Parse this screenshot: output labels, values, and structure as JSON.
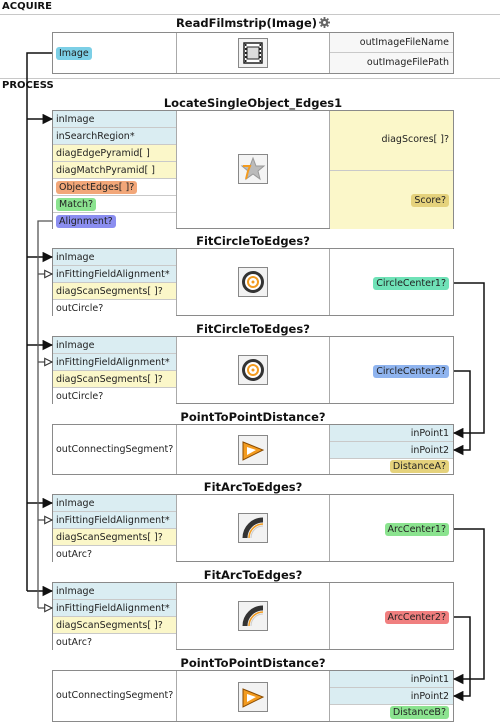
{
  "sections": {
    "acquire": "ACQUIRE",
    "process": "PROCESS"
  },
  "blocks": [
    {
      "title": "ReadFilmstrip(Image)",
      "icon": "filmstrip-icon",
      "inputs": [
        {
          "label": "Image",
          "style": "badge-blue"
        }
      ],
      "outputs": [
        "outImageFileName",
        "outImageFilePath"
      ]
    },
    {
      "title": "LocateSingleObject_Edges1",
      "icon": "star-shape-icon",
      "inputs": [
        {
          "label": "inImage",
          "style": "blue"
        },
        {
          "label": "inSearchRegion*",
          "style": "blue"
        },
        {
          "label": "diagEdgePyramid[ ]",
          "style": "yellow"
        },
        {
          "label": "diagMatchPyramid[ ]",
          "style": "yellow"
        },
        {
          "label": "ObjectEdges[ ]?",
          "style": "badge-orange"
        },
        {
          "label": "Match?",
          "style": "badge-green"
        },
        {
          "label": "Alignment?",
          "style": "badge-purple"
        }
      ],
      "outputs": [
        "diagScores[ ]?",
        "Score?"
      ]
    },
    {
      "title": "FitCircleToEdges?",
      "icon": "circle-target-icon",
      "inputs": [
        {
          "label": "inImage",
          "style": "blue"
        },
        {
          "label": "inFittingFieldAlignment*",
          "style": "blue"
        },
        {
          "label": "diagScanSegments[ ]?",
          "style": "yellow"
        },
        {
          "label": "outCircle?",
          "style": "white"
        }
      ],
      "outputs": [
        "CircleCenter1?"
      ]
    },
    {
      "title": "FitCircleToEdges?",
      "icon": "circle-target-icon",
      "inputs": [
        {
          "label": "inImage",
          "style": "blue"
        },
        {
          "label": "inFittingFieldAlignment*",
          "style": "blue"
        },
        {
          "label": "diagScanSegments[ ]?",
          "style": "yellow"
        },
        {
          "label": "outCircle?",
          "style": "white"
        }
      ],
      "outputs": [
        "CircleCenter2?"
      ]
    },
    {
      "title": "PointToPointDistance?",
      "icon": "ruler-triangle-icon",
      "inputs": [
        {
          "label": "outConnectingSegment?",
          "style": "white"
        }
      ],
      "outputs": [
        "inPoint1",
        "inPoint2",
        "DistanceA?"
      ]
    },
    {
      "title": "FitArcToEdges?",
      "icon": "arc-icon",
      "inputs": [
        {
          "label": "inImage",
          "style": "blue"
        },
        {
          "label": "inFittingFieldAlignment*",
          "style": "blue"
        },
        {
          "label": "diagScanSegments[ ]?",
          "style": "yellow"
        },
        {
          "label": "outArc?",
          "style": "white"
        }
      ],
      "outputs": [
        "ArcCenter1?"
      ]
    },
    {
      "title": "FitArcToEdges?",
      "icon": "arc-icon",
      "inputs": [
        {
          "label": "inImage",
          "style": "blue"
        },
        {
          "label": "inFittingFieldAlignment*",
          "style": "blue"
        },
        {
          "label": "diagScanSegments[ ]?",
          "style": "yellow"
        },
        {
          "label": "outArc?",
          "style": "white"
        }
      ],
      "outputs": [
        "ArcCenter2?"
      ]
    },
    {
      "title": "PointToPointDistance?",
      "icon": "ruler-triangle-icon",
      "inputs": [
        {
          "label": "outConnectingSegment?",
          "style": "white"
        }
      ],
      "outputs": [
        "inPoint1",
        "inPoint2",
        "DistanceB?"
      ]
    }
  ],
  "colors": {
    "badge_blue": "#7ccfe6",
    "badge_orange": "#f2a779",
    "badge_green": "#8be38f",
    "badge_purple": "#8b8ef0",
    "badge_teal": "#6fe2b7",
    "badge_lightblue": "#8fb4ef",
    "badge_khaki": "#e5d27c",
    "badge_red": "#f07f7f",
    "input_blue": "#daedf2",
    "input_yellow": "#fbf7c9"
  }
}
